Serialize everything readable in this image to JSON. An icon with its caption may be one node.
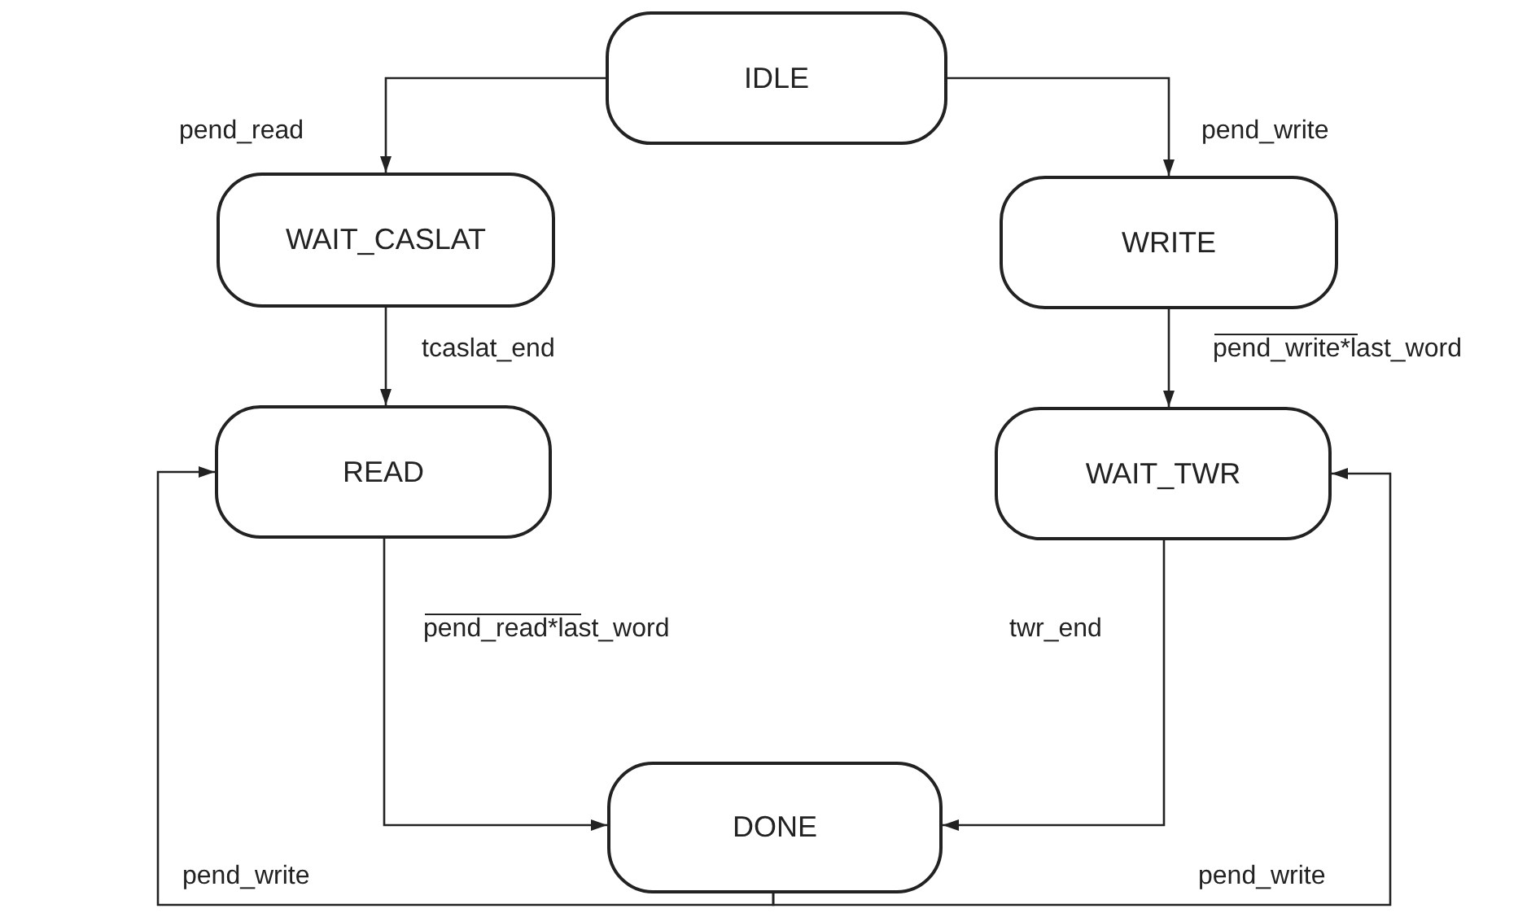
{
  "diagram": {
    "nodes": [
      {
        "text": [
          "IDLE"
        ]
      },
      {
        "text": [
          "WAIT_CASLAT"
        ]
      },
      {
        "text": [
          "WRITE"
        ]
      },
      {
        "text": [
          "READ"
        ]
      },
      {
        "text": [
          "WAIT_TWR"
        ]
      },
      {
        "text": [
          "DONE"
        ]
      }
    ],
    "edges": [
      {
        "from": 0,
        "to": 1,
        "arrow": "to",
        "label": "pend_read"
      },
      {
        "from": 0,
        "to": 2,
        "arrow": "to",
        "label": "pend_write"
      },
      {
        "from": 1,
        "to": 3,
        "arrow": "to",
        "label": "tcaslat_end"
      },
      {
        "from": 2,
        "to": 4,
        "arrow": "to",
        "label": "pend_write*last_word"
      },
      {
        "from": 3,
        "to": 5,
        "arrow": "to",
        "label": "pend_read*last_word"
      },
      {
        "from": 4,
        "to": 5,
        "arrow": "to",
        "label": "twr_end"
      },
      {
        "from": 5,
        "to": 3,
        "arrow": "to",
        "label": "pend_write"
      },
      {
        "from": 5,
        "to": 4,
        "arrow": "to",
        "label": "pend_write"
      }
    ]
  }
}
